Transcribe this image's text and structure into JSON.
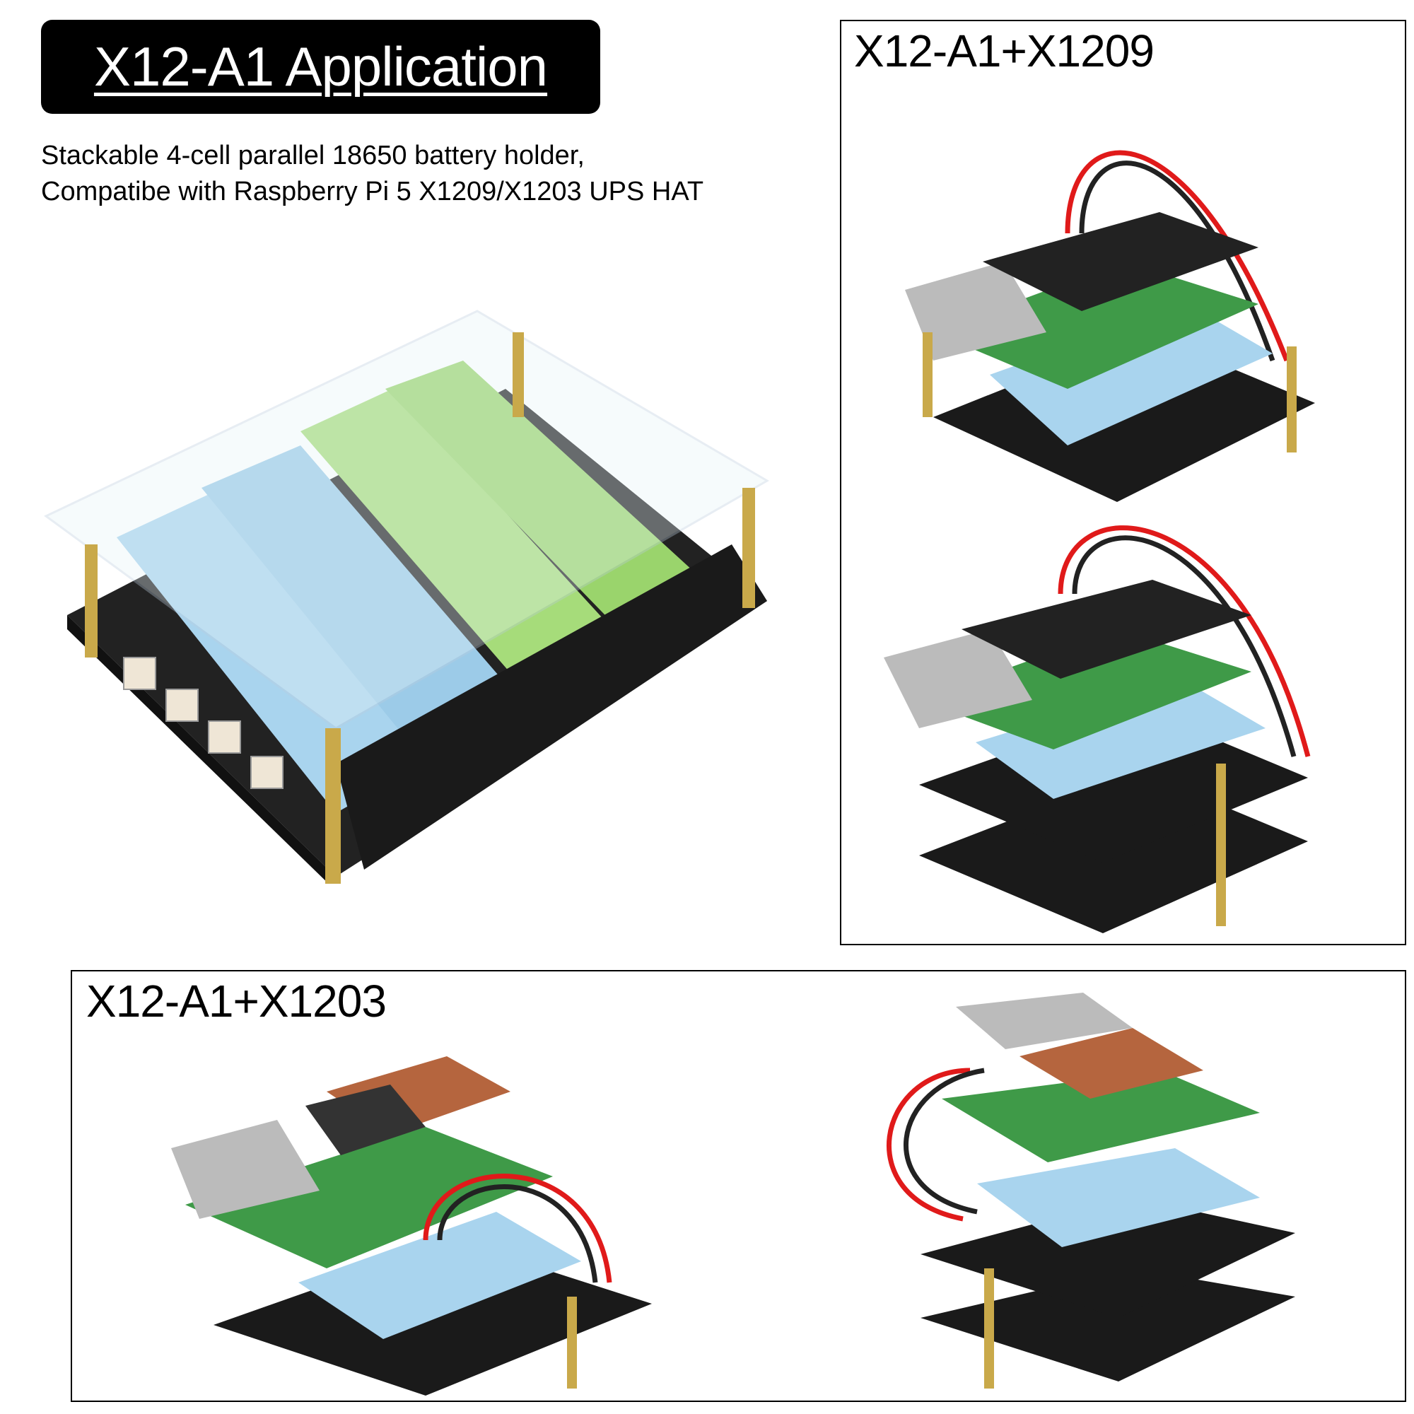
{
  "header": {
    "title": "X12-A1 Application",
    "subtitle_lines": [
      "Stackable 4-cell parallel 18650 battery holder,",
      "Compatibe with Raspberry Pi 5 X1209/X1203 UPS HAT"
    ]
  },
  "panels": {
    "x1209": {
      "label": "X12-A1+X1209"
    },
    "x1203": {
      "label": "X12-A1+X1203"
    }
  },
  "colors": {
    "battery_blue": "#a9d4ee",
    "battery_green": "#a6dc7a",
    "holder_black": "#1a1a1a",
    "standoff_brass": "#c9a94a",
    "wire_red": "#e01a1a",
    "pcb_green": "#3f9a48"
  }
}
